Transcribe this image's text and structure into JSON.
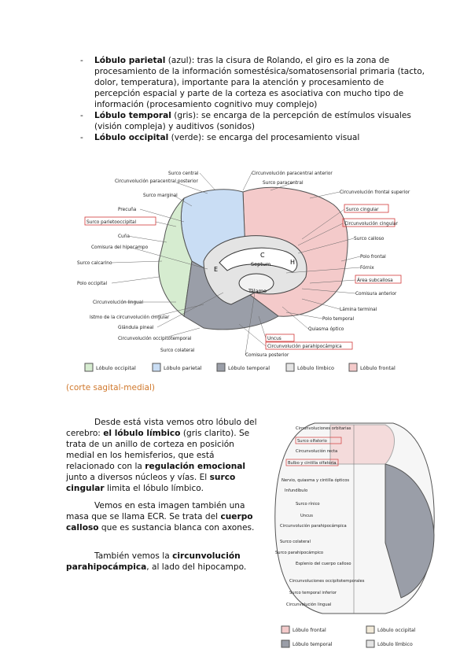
{
  "bullets": [
    {
      "dash": "-",
      "bold": "Lóbulo parietal",
      "rest": " (azul): tras la cisura de Rolando, el giro es la zona de procesamiento de la información somestésica/somatosensorial primaria (tacto, dolor, temperatura), importante para la atención y procesamiento de percepción espacial y parte de la corteza es asociativa con mucho tipo de información (procesamiento cognitivo muy complejo)"
    },
    {
      "dash": "-",
      "bold": "Lóbulo temporal",
      "rest": " (gris): se encarga de la percepción de estímulos visuales (visión compleja) y auditivos (sonidos)"
    },
    {
      "dash": "-",
      "bold": "Lóbulo occipital",
      "rest": " (verde): se encarga del procesamiento visual"
    }
  ],
  "figure1": {
    "labels_left": [
      "Surco central",
      "Circunvolución paracentral posterior",
      "Surco marginal",
      "Precuña",
      "Surco parietooccipital",
      "Cuña",
      "Comisura del hipocampo",
      "Surco calcarino",
      "Polo occipital",
      "Circunvolución lingual",
      "Istmo de la circunvolución cingular",
      "Glándula pineal",
      "Circunvolución occipitotemporal",
      "Surco colateral"
    ],
    "labels_right": [
      "Circunvolución paracentral anterior",
      "Surco paracentral",
      "Circunvolución frontal superior",
      "Surco cingular",
      "Circunvolución cingular",
      "Surco calloso",
      "Polo frontal",
      "Fórnix",
      "Área subcallosa",
      "Comisura anterior",
      "Lámina terminal",
      "Polo temporal",
      "Quiasma óptico",
      "Uncus",
      "Circunvolución parahipocámpica",
      "Comisura posterior"
    ],
    "inner": [
      "C",
      "Septum",
      "H",
      "E",
      "Tálamo"
    ],
    "legend": [
      "Lóbulo occipital",
      "Lóbulo parietal",
      "Lóbulo temporal",
      "Lóbulo límbico",
      "Lóbulo frontal"
    ]
  },
  "caption": "(corte sagital-medial)",
  "paragraphs": {
    "p1_a": "Desde está vista vemos otro lóbulo del cerebro: ",
    "p1_b": "el lóbulo límbico",
    "p1_c": " (gris clarito). Se trata de un anillo de corteza en posición medial en los hemisferios, que está relacionado con la ",
    "p1_d": "regulación emocional",
    "p1_e": " junto a diversos núcleos y vías. El ",
    "p1_f": "surco cingular",
    "p1_g": " limita el lóbulo límbico.",
    "p2_a": "Vemos en esta imagen también una masa que se llama ECR. Se trata del ",
    "p2_b": "cuerpo calloso",
    "p2_c": " que es sustancia blanca con axones.",
    "p3_a": "También vemos la ",
    "p3_b": "circunvolución parahipocámpica",
    "p3_c": ", al lado del hipocampo."
  },
  "figure2": {
    "labels": [
      "Circunvoluciones orbitarias",
      "Surco olfatorio",
      "Circunvolución recta",
      "Bulbo y cintilla olfatoria",
      "Nervio, quiasma y cintilla ópticos",
      "Infundíbulo",
      "Surco rínico",
      "Uncus",
      "Circunvolución parahipocámpica",
      "Surco colateral",
      "Surco parahipocámpico",
      "Esplenio del cuerpo calloso",
      "Circunvoluciones occipitotemporales",
      "Surco temporal inferior",
      "Circunvolución lingual"
    ],
    "legend": [
      "Lóbulo frontal",
      "Lóbulo occipital",
      "Lóbulo temporal",
      "Lóbulo límbico"
    ]
  },
  "colors": {
    "frontal": "#f4caca",
    "parietal": "#c9ddf4",
    "occipital": "#d6ecd0",
    "temporal": "#9a9ea8",
    "limbic": "#e4e4e4",
    "caption": "#d0782c",
    "redbox": "#d23a3a"
  }
}
